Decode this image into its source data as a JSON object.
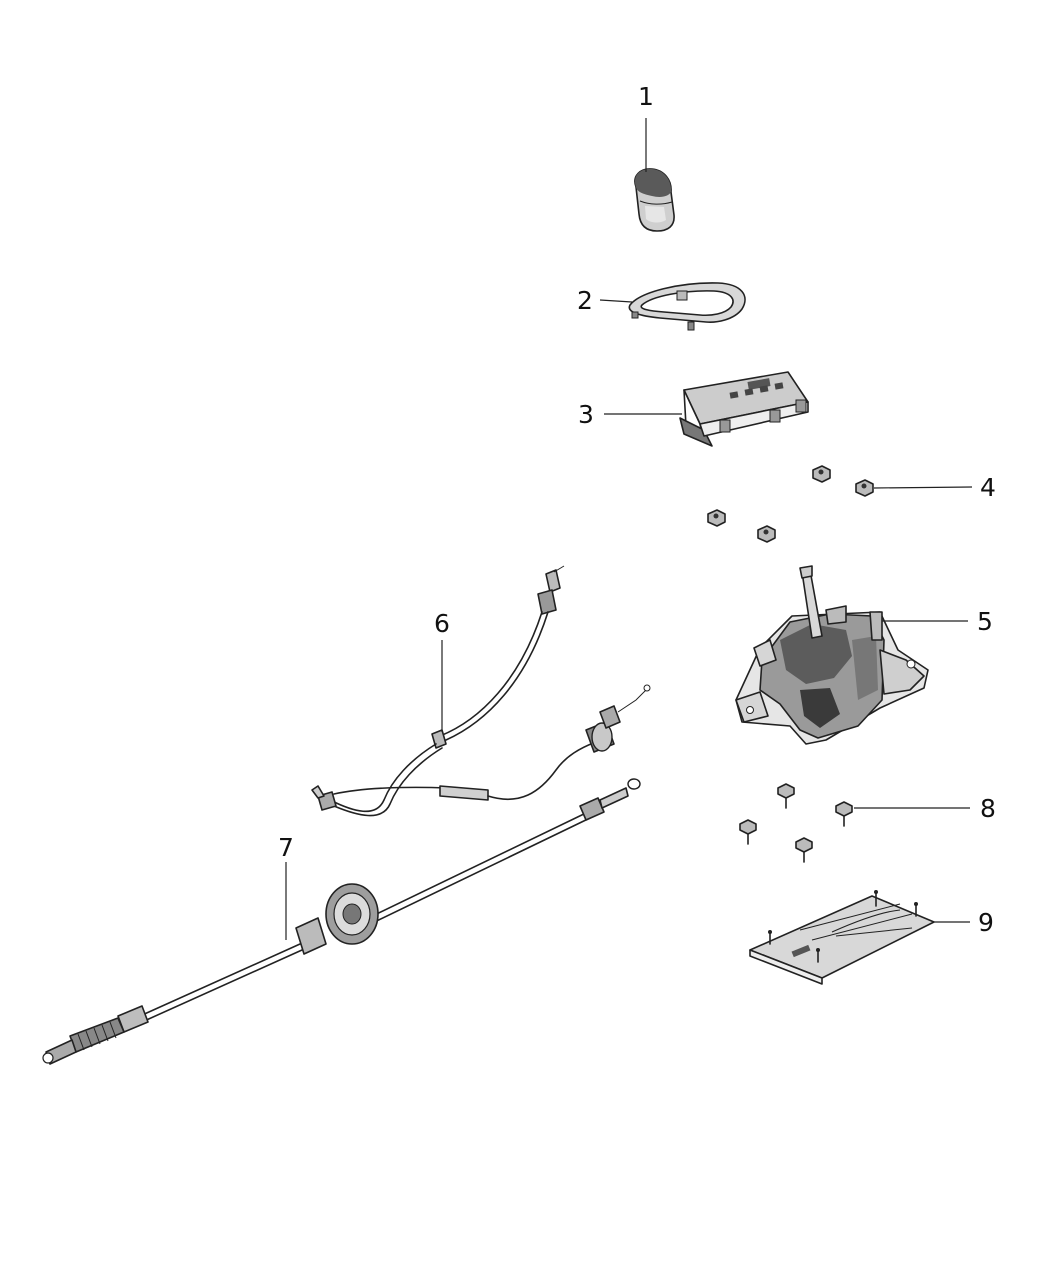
{
  "diagram": {
    "callouts": [
      {
        "id": "knob",
        "label": "1"
      },
      {
        "id": "bezel-ring",
        "label": "2"
      },
      {
        "id": "indicator-bezel",
        "label": "3"
      },
      {
        "id": "nut",
        "label": "4"
      },
      {
        "id": "shifter",
        "label": "5"
      },
      {
        "id": "shift-cable",
        "label": "6"
      },
      {
        "id": "transmission-cable",
        "label": "7"
      },
      {
        "id": "bolt",
        "label": "8"
      },
      {
        "id": "bracket-plate",
        "label": "9"
      }
    ]
  }
}
